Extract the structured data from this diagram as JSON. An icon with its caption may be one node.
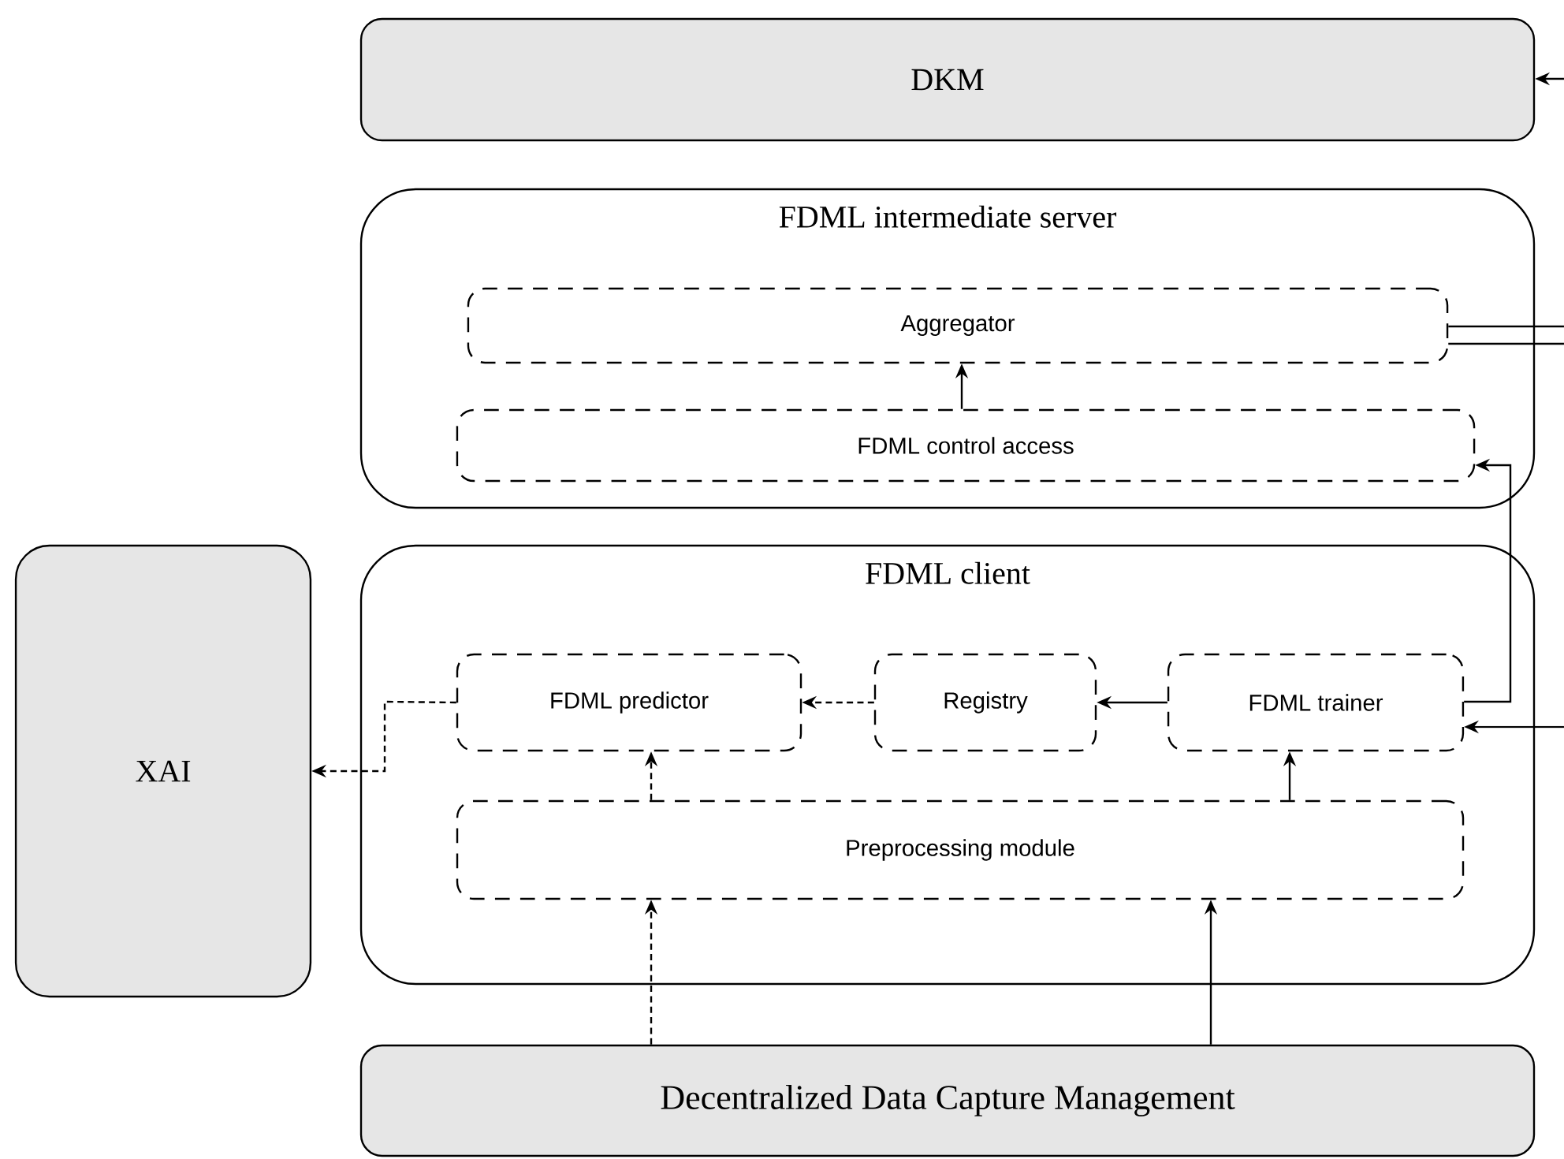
{
  "diagram": {
    "nodes": [
      {
        "text": [
          "DKM"
        ]
      },
      {
        "text": [
          "FDML intermediate server"
        ]
      },
      {
        "text": [
          "Aggregator"
        ],
        "in": 1
      },
      {
        "text": [
          "FDML control access"
        ],
        "in": 1
      },
      {
        "text": [
          "XAI"
        ]
      },
      {
        "text": [
          "FDML client"
        ]
      },
      {
        "text": [
          "FDML predictor"
        ],
        "in": 5
      },
      {
        "text": [
          "Registry"
        ],
        "in": 5
      },
      {
        "text": [
          "FDML trainer"
        ],
        "in": 5
      },
      {
        "text": [
          "Preprocessing module"
        ],
        "in": 5
      },
      {
        "text": [
          "Decentralized Data Capture Management"
        ]
      }
    ],
    "edges": [
      {
        "from": null,
        "to": 0,
        "arrow": "to"
      },
      {
        "from": 2,
        "to": null,
        "arrow": "none"
      },
      {
        "from": 2,
        "to": null,
        "arrow": "none"
      },
      {
        "from": 3,
        "to": 2,
        "arrow": "to"
      },
      {
        "from": 8,
        "to": 3,
        "arrow": "to"
      },
      {
        "from": null,
        "to": 8,
        "arrow": "to"
      },
      {
        "from": 7,
        "to": 6,
        "arrow": "to",
        "style": "dashed"
      },
      {
        "from": 8,
        "to": 7,
        "arrow": "to"
      },
      {
        "from": 6,
        "to": 4,
        "arrow": "to",
        "style": "dashed"
      },
      {
        "from": 9,
        "to": 6,
        "arrow": "to",
        "style": "dashed"
      },
      {
        "from": 9,
        "to": 8,
        "arrow": "to"
      },
      {
        "from": 10,
        "to": 9,
        "arrow": "to",
        "style": "dashed"
      },
      {
        "from": 10,
        "to": 9,
        "arrow": "to"
      }
    ]
  }
}
